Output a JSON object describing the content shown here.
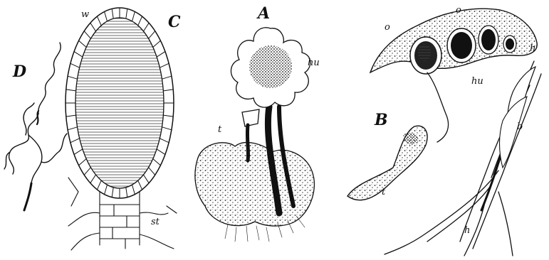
{
  "plate": {
    "figures": {
      "A": {
        "letter": "A",
        "labels": {
          "hu": "hu",
          "t": "t"
        }
      },
      "B": {
        "letter": "B",
        "labels": {
          "o1": "o",
          "o2": "o",
          "h_top": "h",
          "hu": "hu",
          "t": "t",
          "b": "b",
          "h_bottom": "h"
        }
      },
      "C": {
        "letter": "C",
        "labels": {
          "w": "w",
          "st": "st"
        }
      },
      "D": {
        "letter": "D",
        "labels": {}
      }
    }
  }
}
